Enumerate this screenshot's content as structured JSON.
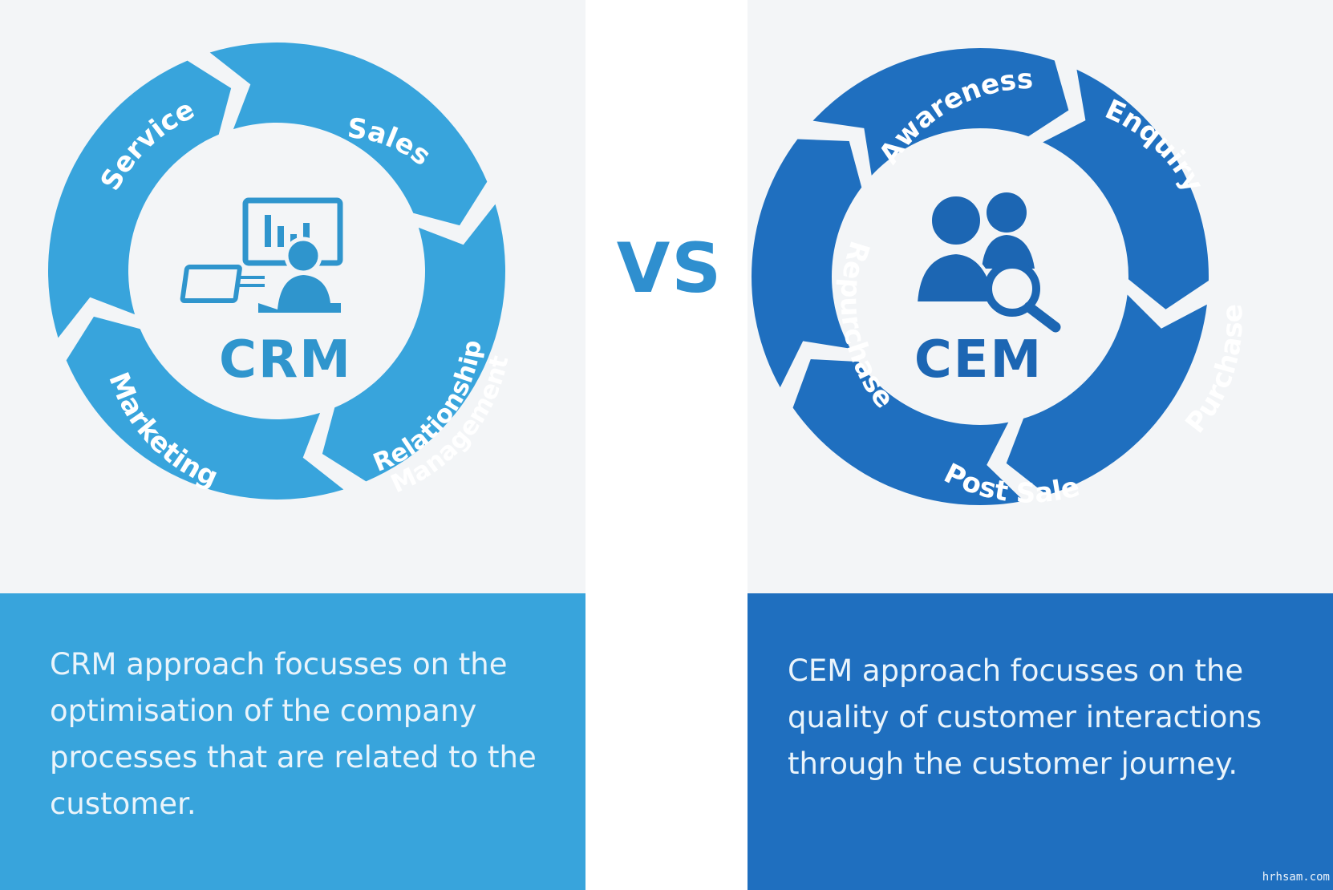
{
  "left": {
    "center": "CRM",
    "segments": [
      "Sales",
      "Relationship",
      "Management",
      "Marketing",
      "Service"
    ],
    "description": "CRM approach focusses on the optimisation of the company processes that are related to the customer."
  },
  "vs": "VS",
  "right": {
    "center": "CEM",
    "segments": [
      "Awareness",
      "Enquiry",
      "Purchase",
      "Post Sale",
      "Repurchase"
    ],
    "description": "CEM approach focusses on the quality of customer interactions through the customer journey."
  },
  "watermark": "hrhsam.com",
  "colors": {
    "crm_blue": "#38a4dc",
    "cem_blue": "#1f6fbf",
    "panel_bg": "#f3f5f7",
    "vs_blue": "#2f8fcf"
  },
  "icons": [
    "dashboard-person-icon",
    "people-search-icon"
  ]
}
